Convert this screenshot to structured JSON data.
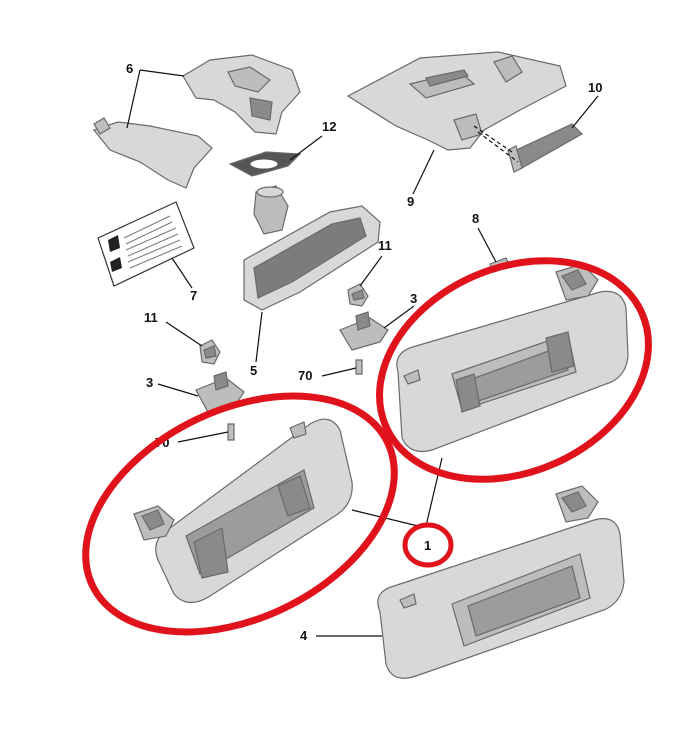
{
  "figure": {
    "callouts": {
      "p1": "1",
      "p3a": "3",
      "p3b": "3",
      "p4": "4",
      "p5": "5",
      "p6": "6",
      "p7": "7",
      "p8": "8",
      "p9": "9",
      "p10": "10",
      "p11a": "11",
      "p11b": "11",
      "p12": "12",
      "p70a": "70",
      "p70b": "70"
    },
    "highlight_color": "#e0121b",
    "part_color": "#d8d8d8",
    "outline_color": "#6a6a6a"
  }
}
